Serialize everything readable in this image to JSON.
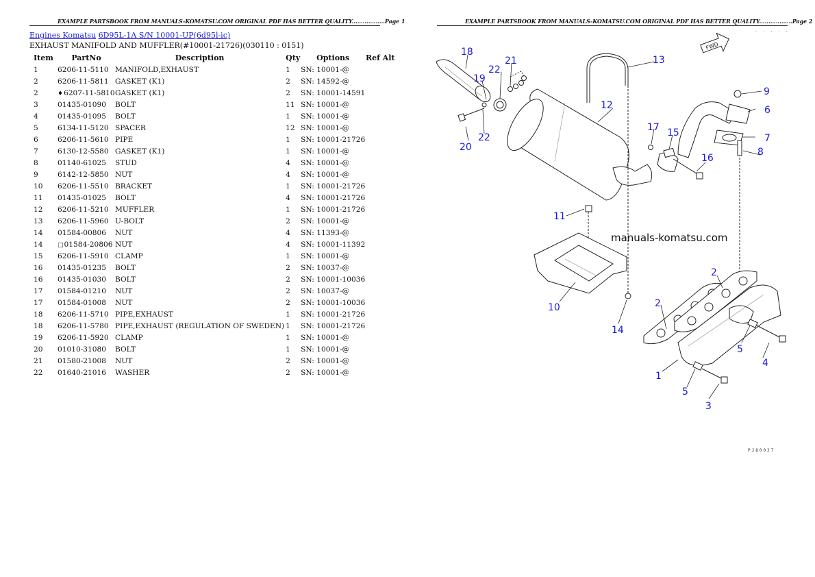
{
  "page1": {
    "header": "EXAMPLE PARTSBOOK FROM MANUALS-KOMATSU.COM ORIGINAL PDF HAS BETTER QUALITY..................Page 1",
    "breadcrumb": {
      "engines": "Engines Komatsu",
      "model": "6D95L-1A S/N 10001-UP(6d95l-ic)"
    },
    "subtitle": "EXHAUST MANIFOLD AND MUFFLER(#10001-21726)(030110 : 0151)",
    "columns": [
      "Item",
      "PartNo",
      "Description",
      "Qty",
      "Options",
      "Ref Alt"
    ],
    "rows": [
      {
        "item": "1",
        "mark": "",
        "part": "6206-11-5110",
        "desc": "MANIFOLD,EXHAUST",
        "qty": "1",
        "opt": "SN: 10001-@"
      },
      {
        "item": "2",
        "mark": "",
        "part": "6206-11-5811",
        "desc": "GASKET (K1)",
        "qty": "2",
        "opt": "SN: 14592-@"
      },
      {
        "item": "2",
        "mark": "♦",
        "part": "6207-11-5810",
        "desc": "GASKET (K1)",
        "qty": "2",
        "opt": "SN: 10001-14591"
      },
      {
        "item": "3",
        "mark": "",
        "part": "01435-01090",
        "desc": "BOLT",
        "qty": "11",
        "opt": "SN: 10001-@"
      },
      {
        "item": "4",
        "mark": "",
        "part": "01435-01095",
        "desc": "BOLT",
        "qty": "1",
        "opt": "SN: 10001-@"
      },
      {
        "item": "5",
        "mark": "",
        "part": "6134-11-5120",
        "desc": "SPACER",
        "qty": "12",
        "opt": "SN: 10001-@"
      },
      {
        "item": "6",
        "mark": "",
        "part": "6206-11-5610",
        "desc": "PIPE",
        "qty": "1",
        "opt": "SN: 10001-21726"
      },
      {
        "item": "7",
        "mark": "",
        "part": "6130-12-5580",
        "desc": "GASKET (K1)",
        "qty": "1",
        "opt": "SN: 10001-@"
      },
      {
        "item": "8",
        "mark": "",
        "part": "01140-61025",
        "desc": "STUD",
        "qty": "4",
        "opt": "SN: 10001-@"
      },
      {
        "item": "9",
        "mark": "",
        "part": "6142-12-5850",
        "desc": "NUT",
        "qty": "4",
        "opt": "SN: 10001-@"
      },
      {
        "item": "10",
        "mark": "",
        "part": "6206-11-5510",
        "desc": "BRACKET",
        "qty": "1",
        "opt": "SN: 10001-21726"
      },
      {
        "item": "11",
        "mark": "",
        "part": "01435-01025",
        "desc": "BOLT",
        "qty": "4",
        "opt": "SN: 10001-21726"
      },
      {
        "item": "12",
        "mark": "",
        "part": "6206-11-5210",
        "desc": "MUFFLER",
        "qty": "1",
        "opt": "SN: 10001-21726"
      },
      {
        "item": "13",
        "mark": "",
        "part": "6206-11-5960",
        "desc": "U-BOLT",
        "qty": "2",
        "opt": "SN: 10001-@"
      },
      {
        "item": "14",
        "mark": "",
        "part": "01584-00806",
        "desc": "NUT",
        "qty": "4",
        "opt": "SN: 11393-@"
      },
      {
        "item": "14",
        "mark": "□",
        "part": "01584-20806",
        "desc": "NUT",
        "qty": "4",
        "opt": "SN: 10001-11392"
      },
      {
        "item": "15",
        "mark": "",
        "part": "6206-11-5910",
        "desc": "CLAMP",
        "qty": "1",
        "opt": "SN: 10001-@"
      },
      {
        "item": "16",
        "mark": "",
        "part": "01435-01235",
        "desc": "BOLT",
        "qty": "2",
        "opt": "SN: 10037-@"
      },
      {
        "item": "16",
        "mark": "",
        "part": "01435-01030",
        "desc": "BOLT",
        "qty": "2",
        "opt": "SN: 10001-10036"
      },
      {
        "item": "17",
        "mark": "",
        "part": "01584-01210",
        "desc": "NUT",
        "qty": "2",
        "opt": "SN: 10037-@"
      },
      {
        "item": "17",
        "mark": "",
        "part": "01584-01008",
        "desc": "NUT",
        "qty": "2",
        "opt": "SN: 10001-10036"
      },
      {
        "item": "18",
        "mark": "",
        "part": "6206-11-5710",
        "desc": "PIPE,EXHAUST",
        "qty": "1",
        "opt": "SN: 10001-21726"
      },
      {
        "item": "18",
        "mark": "",
        "part": "6206-11-5780",
        "desc": "PIPE,EXHAUST (REGULATION OF SWEDEN)",
        "qty": "1",
        "opt": "SN: 10001-21726"
      },
      {
        "item": "19",
        "mark": "",
        "part": "6206-11-5920",
        "desc": "CLAMP",
        "qty": "1",
        "opt": "SN: 10001-@"
      },
      {
        "item": "20",
        "mark": "",
        "part": "01010-31080",
        "desc": "BOLT",
        "qty": "1",
        "opt": "SN: 10001-@"
      },
      {
        "item": "21",
        "mark": "",
        "part": "01580-21008",
        "desc": "NUT",
        "qty": "2",
        "opt": "SN: 10001-@"
      },
      {
        "item": "22",
        "mark": "",
        "part": "01640-21016",
        "desc": "WASHER",
        "qty": "2",
        "opt": "SN: 10001-@"
      }
    ]
  },
  "page2": {
    "header": "EXAMPLE PARTSBOOK FROM MANUALS-KOMATSU.COM ORIGINAL PDF HAS BETTER QUALITY..................Page 2",
    "diagram": {
      "watermark": "manuals-komatsu.com",
      "fwd_label": "FWD",
      "drawing_code": "PJ80037",
      "callouts": [
        "18",
        "21",
        "22",
        "19",
        "13",
        "12",
        "9",
        "6",
        "7",
        "17",
        "15",
        "16",
        "8",
        "20",
        "22",
        "11",
        "2",
        "2",
        "10",
        "14",
        "5",
        "4",
        "1",
        "5",
        "3"
      ],
      "callout_color": "#1a1adb"
    }
  }
}
